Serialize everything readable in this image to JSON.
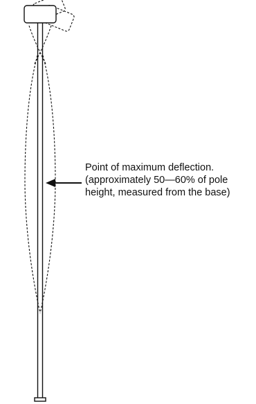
{
  "annotation": {
    "lines": [
      "Point of maximum deflection.",
      "(approximately 50—60% of pole",
      "height, measured from the base)"
    ]
  },
  "colors": {
    "stroke": "#111111",
    "background": "#ffffff"
  },
  "icons": {
    "pointer": "left-arrow"
  }
}
